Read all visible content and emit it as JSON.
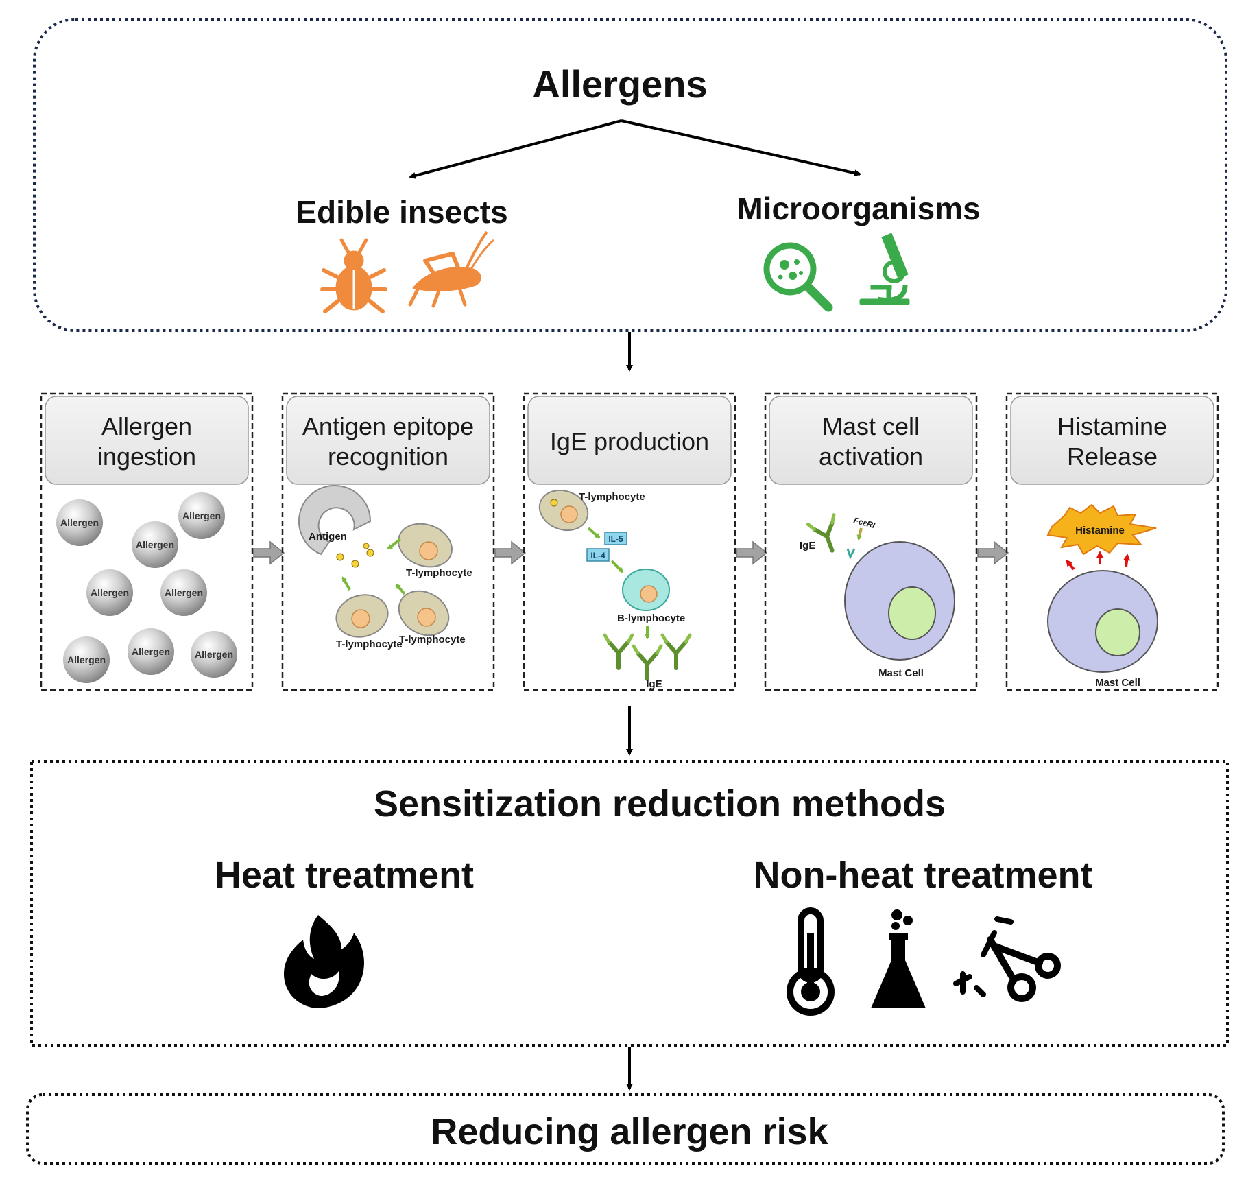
{
  "top": {
    "title": "Allergens",
    "left_label": "Edible insects",
    "right_label": "Microorganisms",
    "insect_color": "#f08a3c",
    "microbe_color": "#3aaa4a"
  },
  "steps": [
    {
      "title_line1": "Allergen",
      "title_line2": "ingestion"
    },
    {
      "title_line1": "Antigen epitope",
      "title_line2": "recognition"
    },
    {
      "title_line1": "IgE production",
      "title_line2": ""
    },
    {
      "title_line1": "Mast cell",
      "title_line2": "activation"
    },
    {
      "title_line1": "Histamine",
      "title_line2": "Release"
    }
  ],
  "allergen_word": "Allergen",
  "step2": {
    "antigen": "Antigen",
    "t_lymphocyte": "T-lymphocyte"
  },
  "step3": {
    "t_lymphocyte": "T-lymphocyte",
    "il5": "IL-5",
    "il4": "IL-4",
    "b_lymphocyte": "B-lymphocyte",
    "ige": "IgE"
  },
  "step4": {
    "ige": "IgE",
    "receptor": "FcεRI",
    "mast_cell": "Mast Cell"
  },
  "step5": {
    "histamine": "Histamine",
    "mast_cell": "Mast Cell"
  },
  "methods": {
    "title": "Sensitization reduction methods",
    "heat": "Heat treatment",
    "nonheat": "Non-heat treatment"
  },
  "result": {
    "title": "Reducing allergen risk"
  },
  "colors": {
    "border_dark": "#1b2a4a",
    "cell_tan": "#d9d2b0",
    "cell_nucleus": "#f5c28a",
    "b_cell": "#a8e8e0",
    "mast_cell": "#c5c8ea",
    "mast_nucleus": "#cdeeaa",
    "ige_green": "#6a9a3a",
    "histamine_burst": "#f6b21a",
    "arrow_gray": "#a0a0a0"
  }
}
